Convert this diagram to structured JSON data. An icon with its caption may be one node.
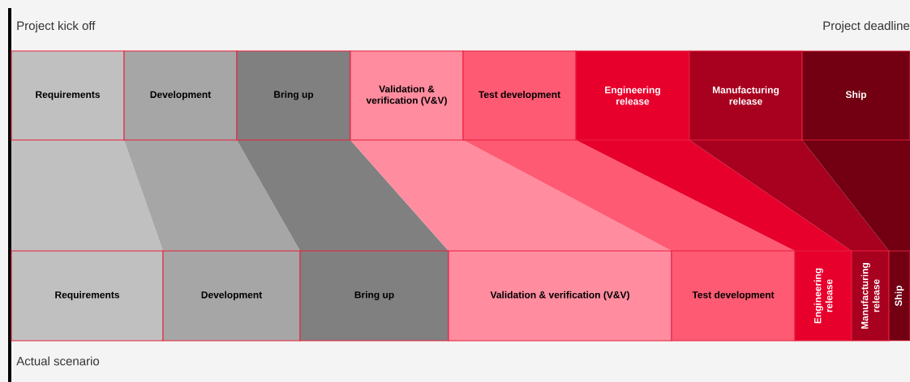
{
  "diagram": {
    "nodes": [
      {
        "text": [
          "Requirements"
        ]
      },
      {
        "text": [
          "Development"
        ]
      },
      {
        "text": [
          "Bring up"
        ]
      },
      {
        "text": [
          "Validation & verification (V&V)"
        ]
      },
      {
        "text": [
          "Test development"
        ]
      },
      {
        "text": [
          "Engineering release"
        ]
      },
      {
        "text": [
          "Manufacturing release"
        ]
      },
      {
        "text": [
          "Ship"
        ]
      },
      {
        "text": [
          "Requirements"
        ]
      },
      {
        "text": [
          "Development"
        ]
      },
      {
        "text": [
          "Bring up"
        ]
      },
      {
        "text": [
          "Validation & verification (V&V)"
        ]
      },
      {
        "text": [
          "Test development"
        ]
      },
      {
        "text": [
          "Engineering release"
        ]
      },
      {
        "text": [
          "Manufacturing release"
        ]
      },
      {
        "text": [
          "Ship"
        ]
      }
    ],
    "labels": [
      "Project kick off",
      "Project deadline",
      "Actual scenario"
    ]
  }
}
